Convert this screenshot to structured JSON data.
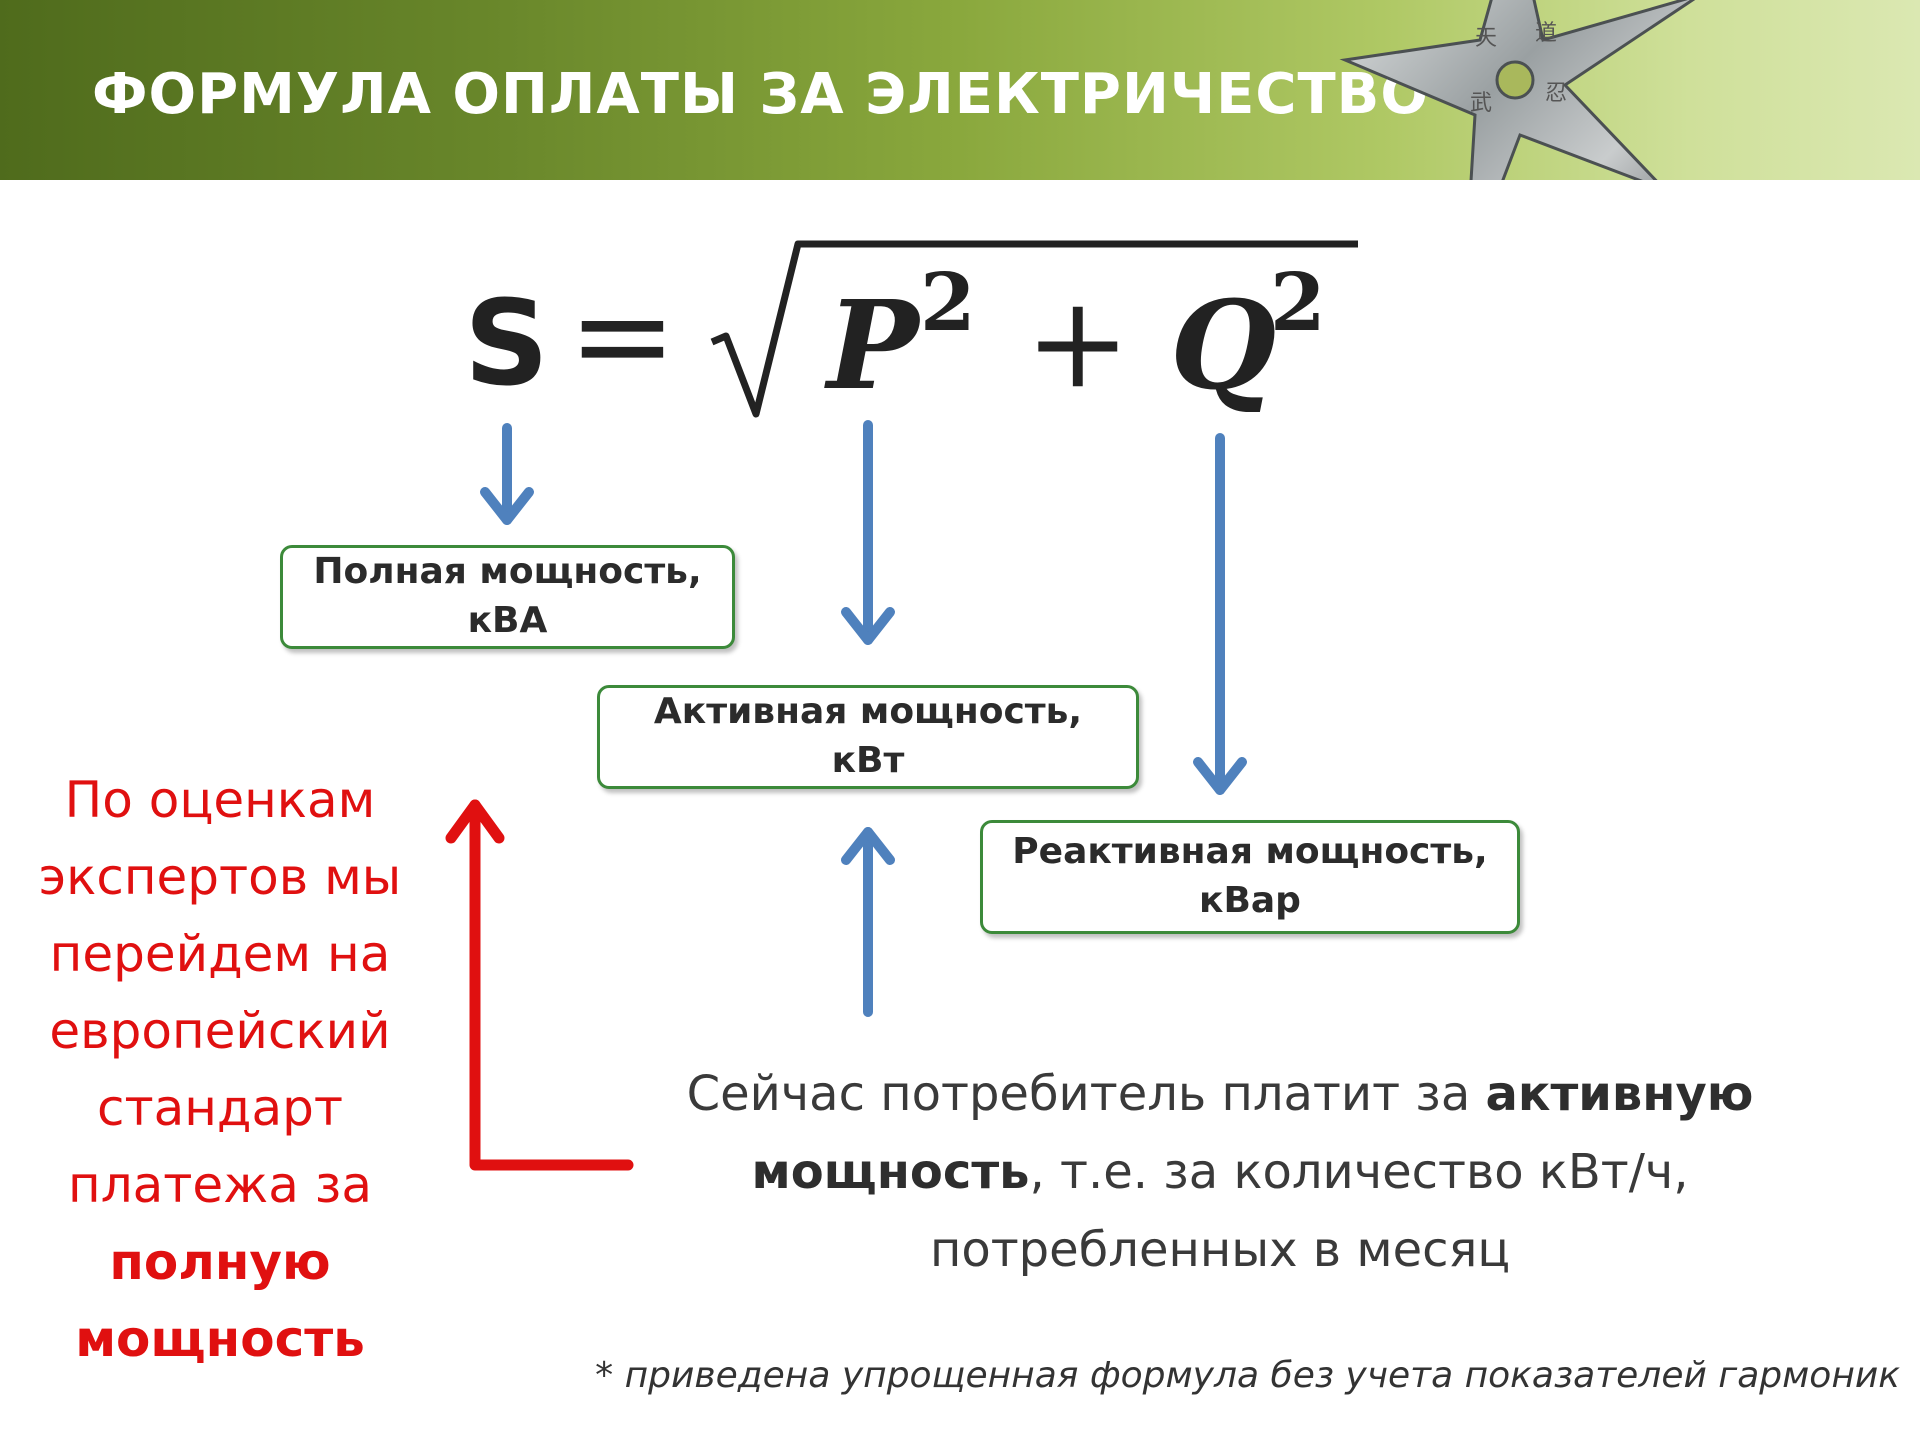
{
  "header": {
    "title": "ФОРМУЛА ОПЛАТЫ ЗА ЭЛЕКТРИЧЕСТВО"
  },
  "formula": {
    "lhs": "S",
    "equals": "=",
    "term1": "P",
    "exp1": "2",
    "plus": "+",
    "term2": "Q",
    "exp2": "2"
  },
  "boxes": {
    "full": {
      "line1": "Полная мощность,",
      "line2": "кВА"
    },
    "active": {
      "line1": "Активная мощность,",
      "line2": "кВт"
    },
    "reactive": {
      "line1": "Реактивная мощность,",
      "line2": "кВар"
    }
  },
  "red_note": {
    "line1": "По оценкам",
    "line2": "экспертов мы",
    "line3": "перейдем на",
    "line4": "европейский",
    "line5": "стандарт",
    "line6": "платежа за",
    "line7": "полную",
    "line8": "мощность"
  },
  "explanation": {
    "part1": "Сейчас потребитель платит за ",
    "bold1": "активную",
    "bold2": "мощность",
    "part2": ", т.е. за количество кВт/ч,",
    "line3": "потребленных в месяц"
  },
  "footnote": "* приведена упрощенная формула без учета показателей гармоник",
  "colors": {
    "header_dark": "#4f6b1c",
    "header_light": "#dbe8b2",
    "box_border": "#3c8a3a",
    "arrow_blue": "#4f81bd",
    "arrow_red": "#e01010",
    "note_red": "#e01010"
  },
  "icons": {
    "header_decoration": "shuriken-icon"
  }
}
